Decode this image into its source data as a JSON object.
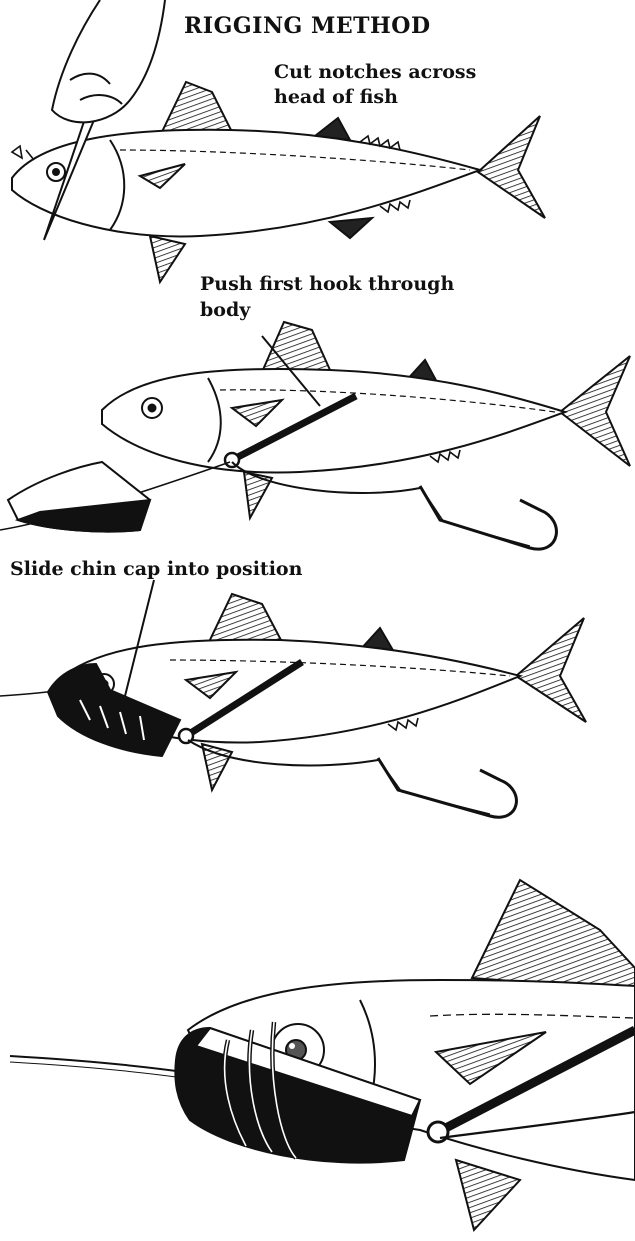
{
  "title": "RIGGING METHOD",
  "steps": [
    {
      "label_line1": "Cut notches across",
      "label_line2": "head of fish"
    },
    {
      "label_line1": "Push first hook through",
      "label_line2": "body"
    },
    {
      "label_line1": "Slide chin cap into position"
    }
  ]
}
